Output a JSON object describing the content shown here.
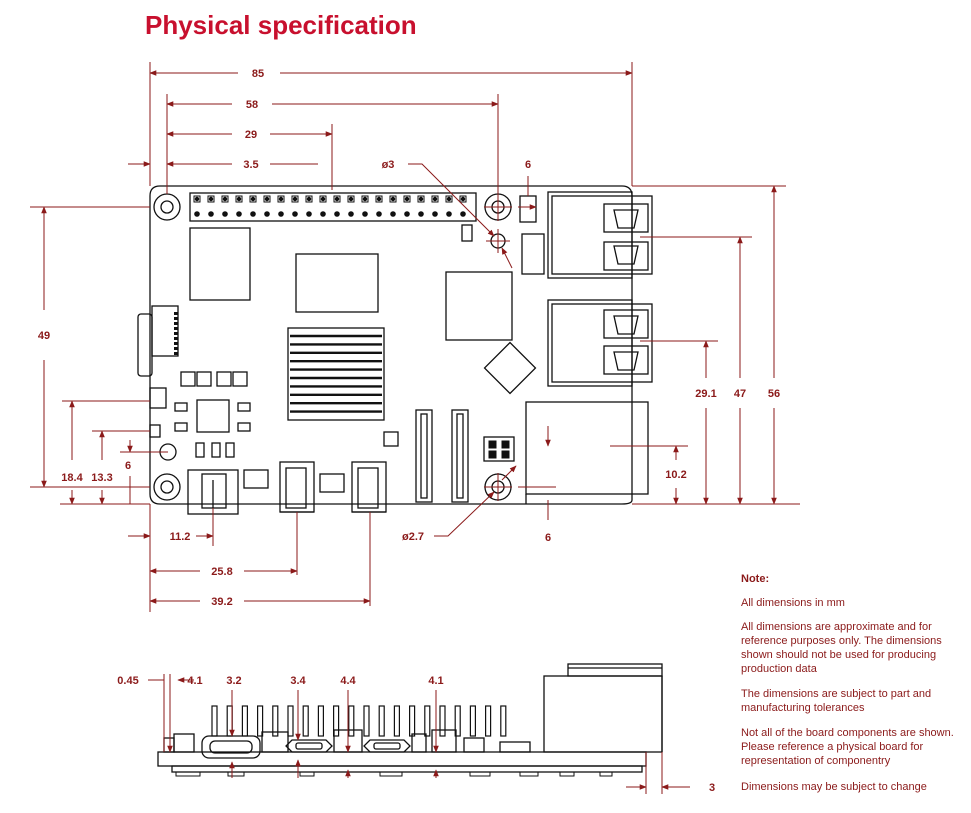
{
  "title": "Physical specification",
  "dimensions": {
    "d85": "85",
    "d58": "58",
    "d29": "29",
    "d3_5": "3.5",
    "phi3": "ø3",
    "d6_top": "6",
    "d49": "49",
    "d18_4": "18.4",
    "d13_3": "13.3",
    "d6_left": "6",
    "d11_2": "11.2",
    "d25_8": "25.8",
    "d39_2": "39.2",
    "phi2_7": "ø2.7",
    "d6_bottom": "6",
    "d29_1": "29.1",
    "d47": "47",
    "d56": "56",
    "d10_2": "10.2",
    "s0_45": "0.45",
    "s4_1a": "4.1",
    "s3_2": "3.2",
    "s3_4": "3.4",
    "s4_4": "4.4",
    "s4_1b": "4.1",
    "s3": "3"
  },
  "notes": {
    "heading": "Note:",
    "n1": "All dimensions in mm",
    "n2": [
      "All dimensions are approximate and for",
      "reference purposes only. The dimensions",
      "shown should not be used for producing",
      "production data"
    ],
    "n3": [
      "The dimensions are subject to part and",
      "manufacturing tolerances"
    ],
    "n4": [
      "Not all of the board components are shown.",
      "Please reference a physical board for",
      "representation of componentry"
    ],
    "n5": "Dimensions may be subject to change"
  },
  "colors": {
    "title": "#c8102e",
    "dimension": "#8b1a1a",
    "outline": "#111111"
  }
}
